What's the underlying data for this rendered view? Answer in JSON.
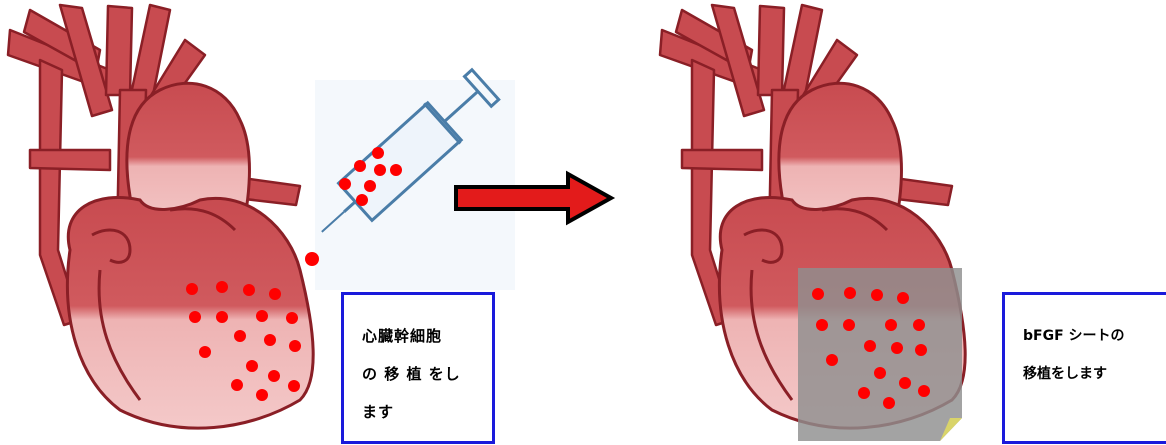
{
  "left_label": {
    "lines": [
      "心臓幹細胞",
      "の 移 植 をし",
      "ます"
    ]
  },
  "right_label": {
    "lines": [
      "bFGF シートの",
      "移植をします"
    ]
  },
  "colors": {
    "heart_dark": "#c84b50",
    "heart_outline": "#8a1f26",
    "heart_light": "#f4c4c4",
    "cell_dots": "#ff0000",
    "arrow_fill": "#e31b1b",
    "sheet": "#8f8f8f",
    "box_border": "#1a1adb"
  },
  "icons": [
    "heart-illustration",
    "syringe-icon",
    "right-arrow-icon",
    "bfgf-sheet"
  ]
}
